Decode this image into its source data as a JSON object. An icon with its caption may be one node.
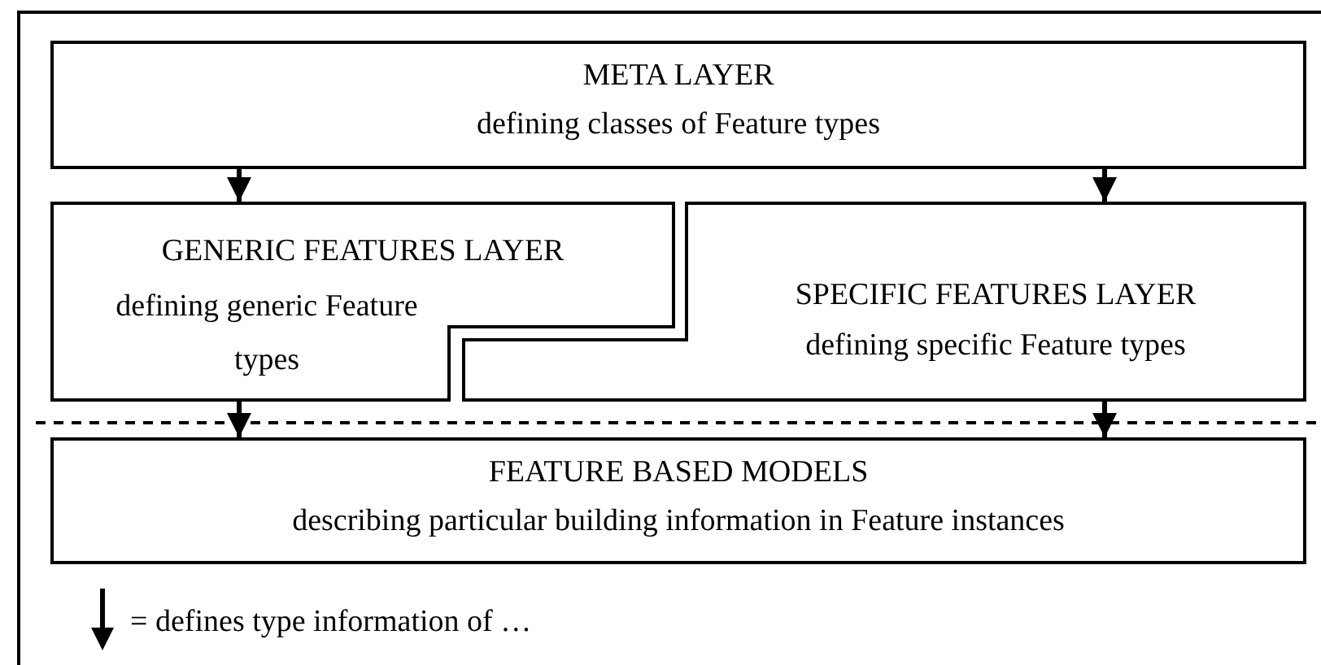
{
  "diagram": {
    "nodes": [
      {
        "text": [
          "META LAYER",
          "defining classes of Feature types"
        ]
      },
      {
        "text": [
          "GENERIC FEATURES LAYER",
          "defining generic Feature types"
        ]
      },
      {
        "text": [
          "SPECIFIC FEATURES LAYER",
          "defining specific Feature types"
        ]
      },
      {
        "text": [
          "FEATURE BASED MODELS",
          "describing particular building information in Feature instances"
        ]
      }
    ],
    "edges": [
      {
        "from": 0,
        "to": 1,
        "arrow": "to"
      },
      {
        "from": 0,
        "to": 2,
        "arrow": "to"
      },
      {
        "from": 1,
        "to": 3,
        "arrow": "to"
      },
      {
        "from": 2,
        "to": 3,
        "arrow": "to"
      }
    ],
    "legend": [
      {
        "text": "= defines type information of …"
      }
    ]
  }
}
